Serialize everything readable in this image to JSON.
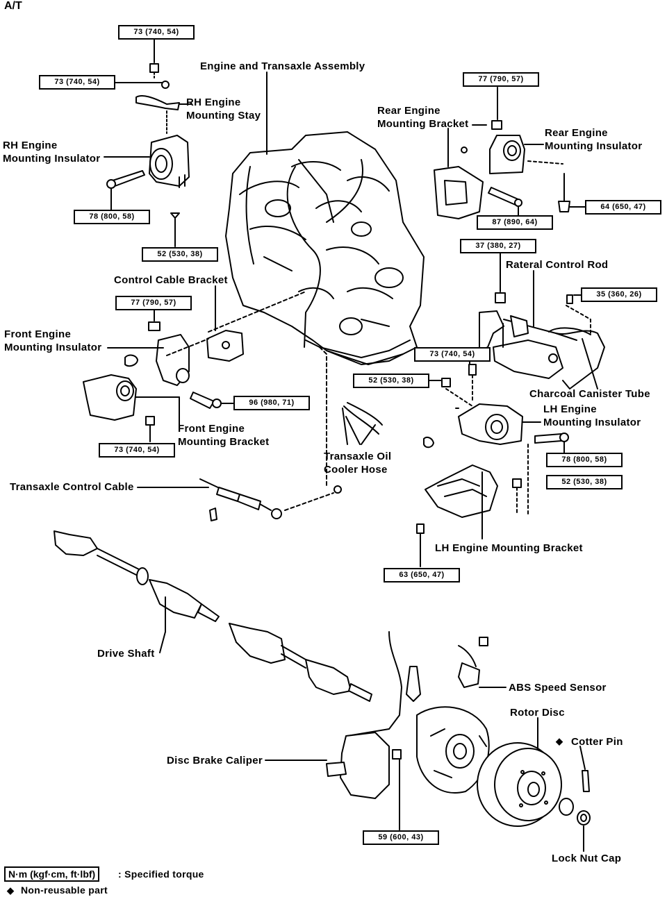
{
  "corner_label": "A/T",
  "torques": {
    "t_top": "73 (740, 54)",
    "t_rh_stay": "73 (740, 54)",
    "t_rh_bolt": "78 (800, 58)",
    "t_52_left": "52 (530, 38)",
    "t_front_ins": "77 (790, 57)",
    "t_front_brk": "73 (740, 54)",
    "t_96": "96 (980, 71)",
    "t_rear_brk": "77 (790, 57)",
    "t_87": "87 (890, 64)",
    "t_64": "64 (650, 47)",
    "t_37": "37 (380, 27)",
    "t_35": "35 (360, 26)",
    "t_lh_73": "73 (740, 54)",
    "t_lh_52a": "52 (530, 38)",
    "t_lh_78": "78 (800, 58)",
    "t_lh_52b": "52 (530, 38)",
    "t_63": "63 (650, 47)",
    "t_59": "59 (600, 43)"
  },
  "labels": {
    "engine_transaxle": "Engine and Transaxle Assembly",
    "rh_stay": "RH Engine\nMounting Stay",
    "rh_insulator": "RH Engine\nMounting Insulator",
    "rear_bracket": "Rear Engine\nMounting Bracket",
    "rear_insulator": "Rear Engine\nMounting Insulator",
    "control_cable_bracket": "Control Cable Bracket",
    "front_insulator": "Front Engine\nMounting Insulator",
    "front_bracket": "Front Engine\nMounting Bracket",
    "lateral_rod": "Rateral Control Rod",
    "canister_tube": "Charcoal Canister Tube",
    "lh_insulator": "LH Engine\nMounting Insulator",
    "oil_cooler_hose": "Transaxle Oil\nCooler Hose",
    "control_cable": "Transaxle Control Cable",
    "lh_bracket": "LH Engine Mounting Bracket",
    "drive_shaft": "Drive Shaft",
    "abs_sensor": "ABS Speed Sensor",
    "rotor_disc": "Rotor Disc",
    "cotter_pin": "Cotter Pin",
    "caliper": "Disc Brake Caliper",
    "lock_nut_cap": "Lock Nut Cap"
  },
  "legend": {
    "torque_unit": "N·m (kgf·cm, ft·lbf)",
    "torque_desc": ": Specified torque",
    "nonreusable_symbol": "◆",
    "nonreusable_desc": "Non-reusable part"
  }
}
